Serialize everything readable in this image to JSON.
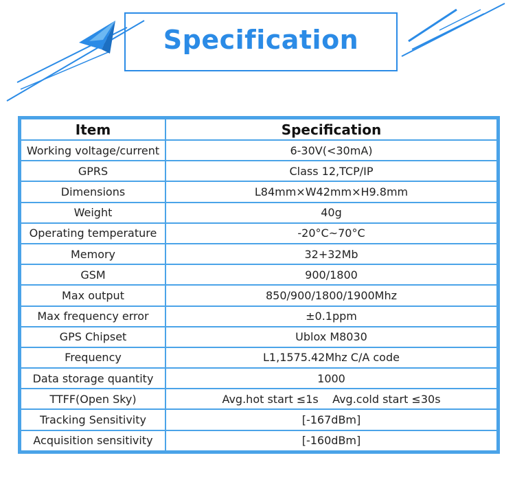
{
  "header": {
    "title": "Specification"
  },
  "table": {
    "columns": [
      "Item",
      "Specification"
    ],
    "rows": [
      [
        "Working voltage/current",
        "6-30V(<30mA)"
      ],
      [
        "GPRS",
        "Class 12,TCP/IP"
      ],
      [
        "Dimensions",
        "L84mm×W42mm×H9.8mm"
      ],
      [
        "Weight",
        "40g"
      ],
      [
        "Operating temperature",
        "-20°C~70°C"
      ],
      [
        "Memory",
        "32+32Mb"
      ],
      [
        "GSM",
        "900/1800"
      ],
      [
        "Max output",
        "850/900/1800/1900Mhz"
      ],
      [
        "Max frequency error",
        "±0.1ppm"
      ],
      [
        "GPS Chipset",
        "Ublox M8030"
      ],
      [
        "Frequency",
        "L1,1575.42Mhz C/A code"
      ],
      [
        "Data storage quantity",
        "1000"
      ],
      [
        "TTFF(Open Sky)",
        "Avg.hot start ≤1s    Avg.cold start ≤30s"
      ],
      [
        "Tracking Sensitivity",
        "[-167dBm]"
      ],
      [
        "Acquisition sensitivity",
        "[-160dBm]"
      ]
    ]
  },
  "colors": {
    "accent": "#2b8be6",
    "border": "#4aa3e8"
  }
}
